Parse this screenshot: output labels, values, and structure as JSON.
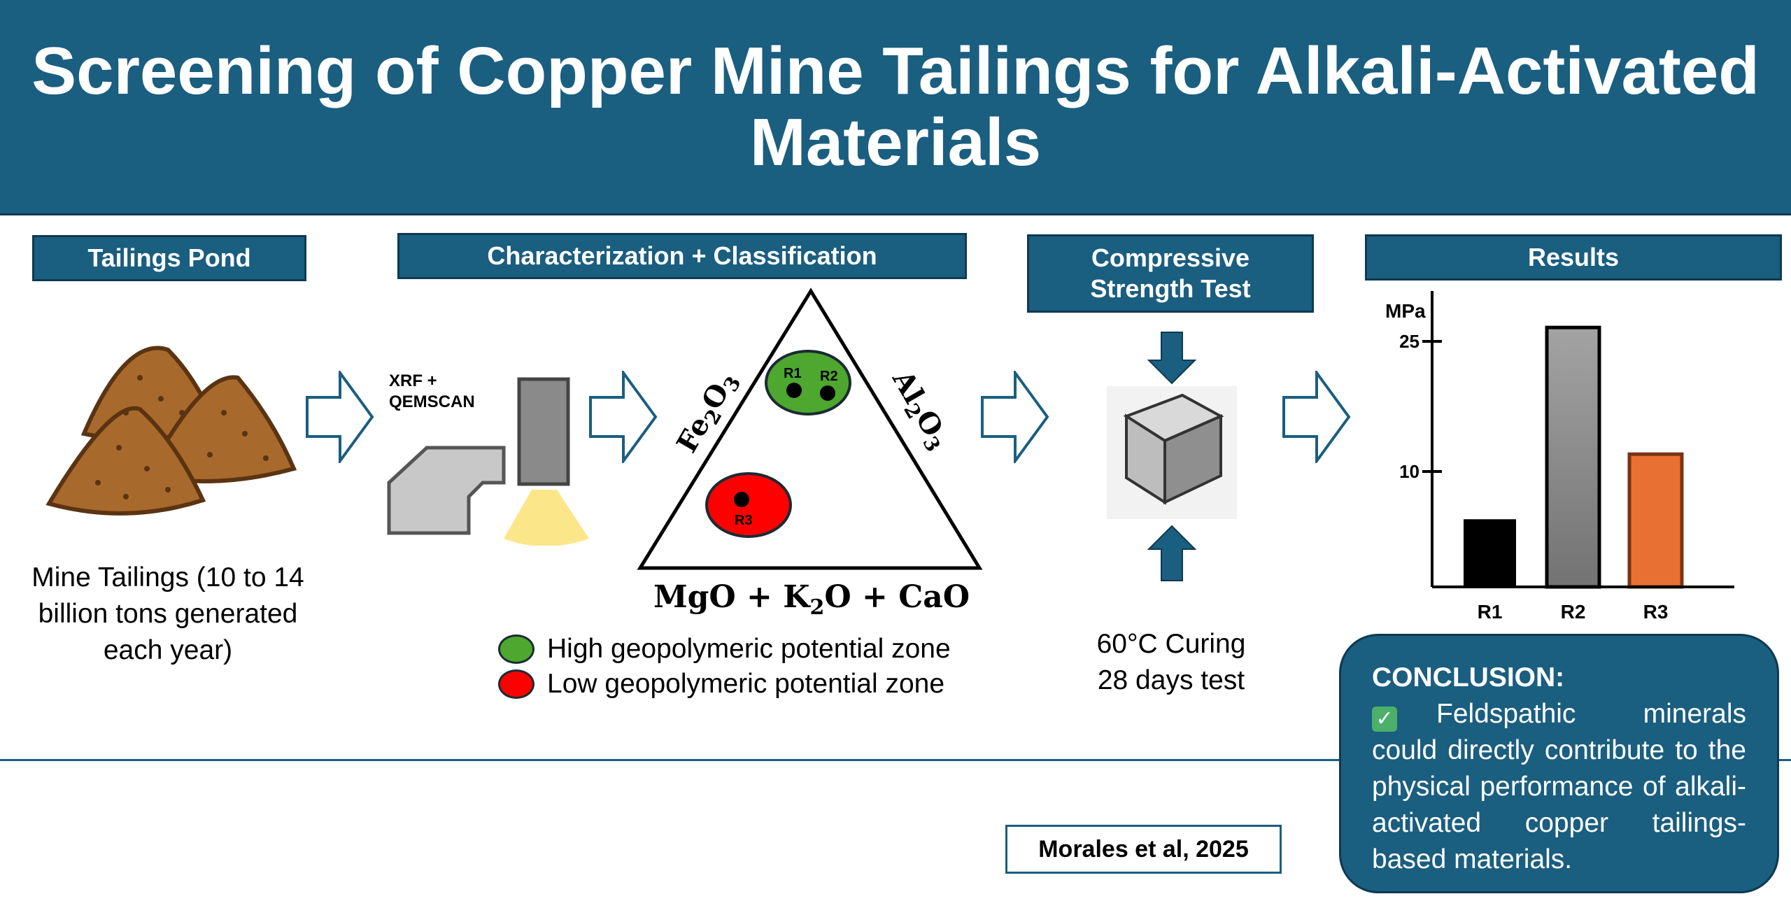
{
  "title": "Screening of Copper Mine Tailings for Alkali-Activated Materials",
  "sections": {
    "tailings": "Tailings Pond",
    "characterization": "Characterization + Classification",
    "compressive": "Compressive Strength Test",
    "results": "Results"
  },
  "tailings_caption": "Mine Tailings (10 to 14 billion tons generated each year)",
  "xrf_label_1": "XRF +",
  "xrf_label_2": "QEMSCAN",
  "ternary": {
    "left_axis": "Fe",
    "left_sub": "2",
    "left_tail": "O",
    "left_sub2": "3",
    "right_axis": "Al",
    "right_sub": "2",
    "right_tail": "O",
    "right_sub2": "3",
    "bottom_a": "MgO + K",
    "bottom_sub": "2",
    "bottom_b": "O + CaO",
    "points": [
      "R1",
      "R2",
      "R3"
    ]
  },
  "legend": {
    "high": "High geopolymeric potential zone",
    "low": "Low geopolymeric potential zone",
    "high_color": "#4ea72e",
    "low_color": "#ff0000"
  },
  "curing_1": "60°C Curing",
  "curing_2": "28 days test",
  "chart_data": {
    "type": "bar",
    "ylabel": "MPa",
    "categories": [
      "R1",
      "R2",
      "R3"
    ],
    "values": [
      4.5,
      26.6,
      12.0
    ],
    "colors": [
      "#000000",
      "#8c8c8c",
      "#e87032"
    ],
    "yticks": [
      10,
      25
    ],
    "ylim": [
      -3.3,
      30
    ]
  },
  "conclusion": {
    "title": "CONCLUSION:",
    "check": "✓",
    "text": "Feldspathic minerals could directly contribute to the physical performance of alkali-activated copper tailings-based materials."
  },
  "citation": "Morales et al, 2025"
}
